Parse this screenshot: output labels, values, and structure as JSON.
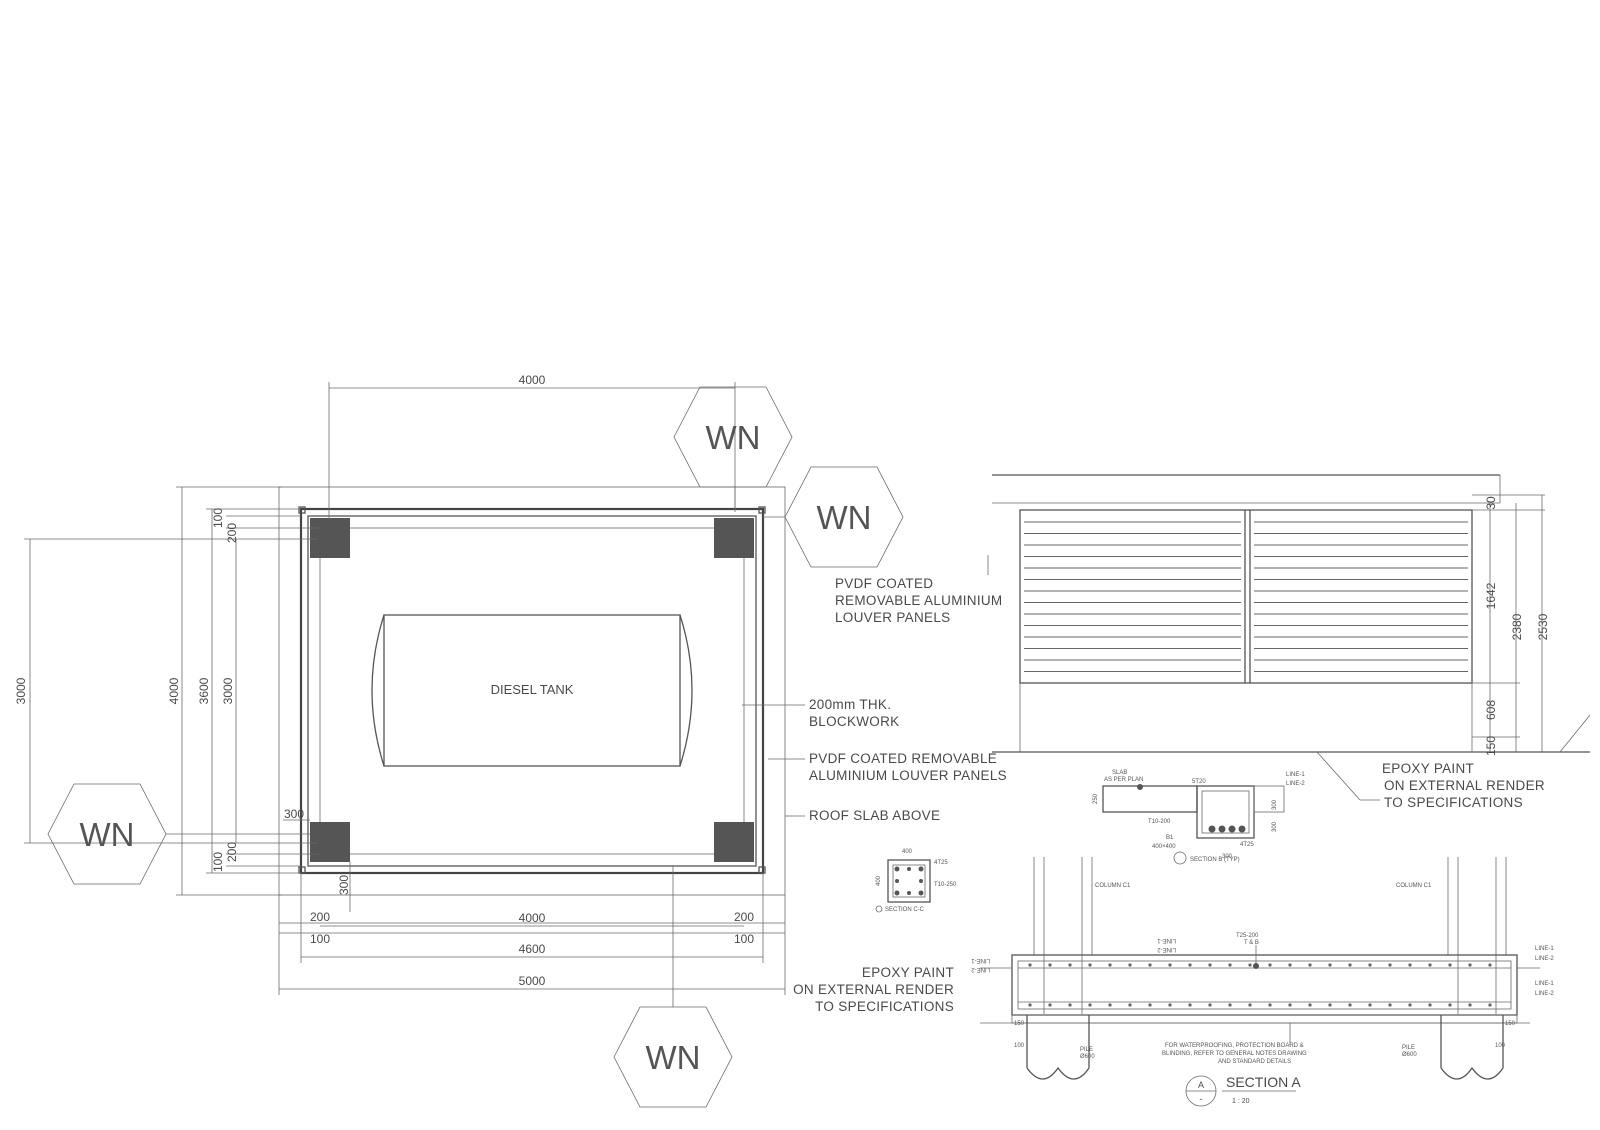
{
  "plan": {
    "dimensions": {
      "top_overall": "4000",
      "left_outer": "3000",
      "left_4000": "4000",
      "left_3600": "3600",
      "left_3000": "3000",
      "left_top_100": "100",
      "left_top_200": "200",
      "left_bot_100": "100",
      "left_bot_200": "200",
      "col_300_left": "300",
      "col_300_bottom": "300",
      "bottom_200_left": "200",
      "bottom_100_left": "100",
      "bottom_200_right": "200",
      "bottom_100_right": "100",
      "bottom_4000": "4000",
      "bottom_4600": "4600",
      "bottom_5000": "5000"
    },
    "tank_label": "DIESEL TANK",
    "callouts": {
      "louver_top": [
        "PVDF COATED",
        "REMOVABLE ALUMINIUM",
        "LOUVER PANELS"
      ],
      "blockwork": [
        "200mm THK.",
        "BLOCKWORK"
      ],
      "louver_mid": [
        "PVDF COATED REMOVABLE",
        "ALUMINIUM LOUVER PANELS"
      ],
      "roof_slab": "ROOF SLAB ABOVE",
      "epoxy_plan": [
        "EPOXY PAINT",
        "ON EXTERNAL RENDER",
        "TO SPECIFICATIONS"
      ]
    },
    "wall_tags": [
      "WN",
      "WN",
      "WN",
      "WN"
    ]
  },
  "elevation": {
    "dimensions": {
      "d30": "30",
      "d1642": "1642",
      "d608": "608",
      "d150": "150",
      "d2380": "2380",
      "d2530": "2530"
    },
    "callout": [
      "EPOXY PAINT",
      "ON EXTERNAL RENDER",
      "TO SPECIFICATIONS"
    ]
  },
  "section_b": {
    "labels": {
      "slab": [
        "SLAB",
        "AS PER PLAN"
      ],
      "line1": "LINE-1",
      "line2": "LINE-2",
      "t725": "5T20",
      "t10": "T10-200",
      "b1": "B1",
      "size": "400×400",
      "t25": "4T25",
      "d250": "250",
      "d300a": "300",
      "d300b": "300",
      "d300c": "300"
    },
    "title": "SECTION B (TYP)"
  },
  "column_detail": {
    "labels": {
      "top": "400",
      "side": "400",
      "t25": "4T25",
      "t10": "T10-250"
    },
    "title": "SECTION C-C"
  },
  "section_a": {
    "labels": {
      "column_left": "COLUMN C1",
      "column_right": "COLUMN C1",
      "line1_left": "LINE-1",
      "line2_left": "LINE-2",
      "line1_top": "LINE-1",
      "line2_top": "LINE-2",
      "t25": [
        "T25-200",
        "T & B"
      ],
      "line1_r1": "LINE-1",
      "line2_r1": "LINE-2",
      "line1_r2": "LINE-1",
      "line2_r2": "LINE-2",
      "pile_left": [
        "PILE",
        "Ø600"
      ],
      "pile_right": [
        "PILE",
        "Ø600"
      ],
      "waterproofing": [
        "FOR WATERPROOFING, PROTECTION BOARD &",
        "BLINDING, REFER TO GENERAL NOTES DRAWING",
        "AND STANDARD DETAILS"
      ],
      "cap_left": "100",
      "cap_right": "100",
      "base_left": "150",
      "base_right": "150"
    },
    "marker_letter": "A",
    "marker_dash": "-",
    "title": "SECTION A",
    "scale": "1 : 20"
  }
}
